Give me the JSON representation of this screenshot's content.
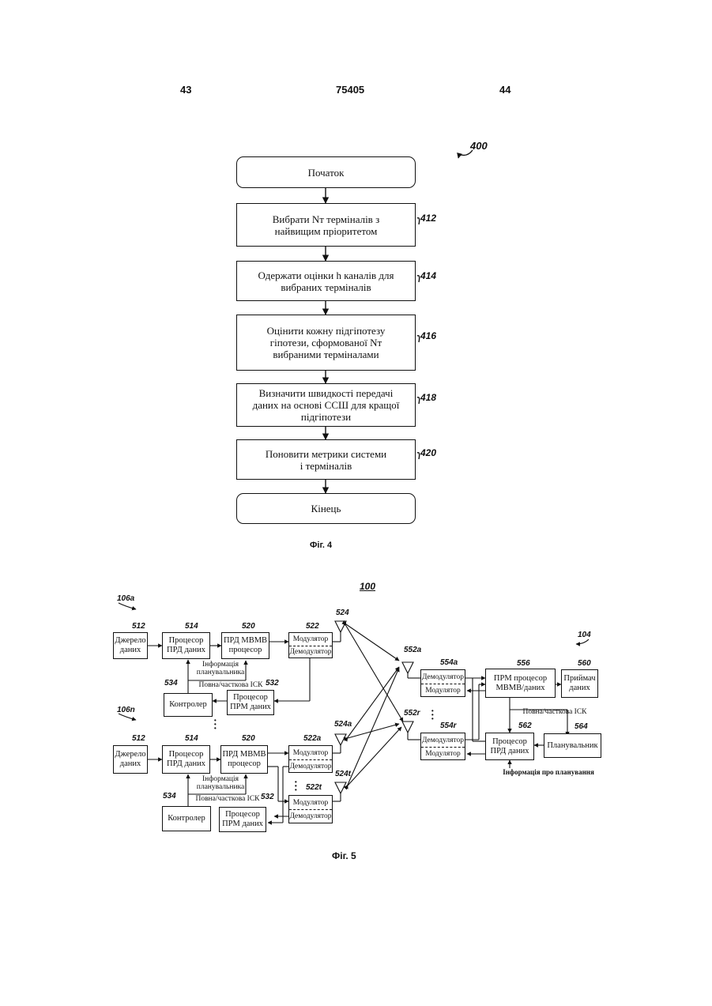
{
  "header": {
    "left_page": "43",
    "patent_number": "75405",
    "right_page": "44"
  },
  "fig4": {
    "ref": "400",
    "start": "Початок",
    "steps": [
      {
        "id": "412",
        "text": "Вибрати Nᴛ терміналів з\nнайвищим пріоритетом"
      },
      {
        "id": "414",
        "text": "Одержати оцінки h каналів для\nвибраних терміналів"
      },
      {
        "id": "416",
        "text": "Оцінити кожну підгіпотезу\nгіпотези, сформованої Nᴛ\nвибраними терміналами"
      },
      {
        "id": "418",
        "text": "Визначити швидкості передачі\nданих на основі ССШ для кращої\nпідгіпотези"
      },
      {
        "id": "420",
        "text": "Поновити метрики системи\nі терміналів"
      }
    ],
    "end": "Кінець",
    "caption": "Фіг. 4"
  },
  "fig5": {
    "system_ref": "100",
    "term_a_ref": "106a",
    "term_n_ref": "106n",
    "ap_ref": "104",
    "src_a": {
      "ref": "512",
      "label": "Джерело\nданих"
    },
    "txp_a": {
      "ref": "514",
      "label": "Процесор\nПРД даних"
    },
    "mimo_a": {
      "ref": "520",
      "label": "ПРД МВМВ\nпроцесор"
    },
    "mod_a": {
      "ref": "522",
      "mod": "Модулятор",
      "demod": "Демодулятор"
    },
    "ant_a": "524",
    "sched_info_a": "Інформація\nпланувальника",
    "csi_a": "Повна/часткова ІСК",
    "ctrl_a": {
      "ref": "534",
      "label": "Контролер"
    },
    "rxp_a": {
      "ref": "532",
      "label": "Процесор\nПРМ даних"
    },
    "src_n": {
      "ref": "512",
      "label": "Джерело\nданих"
    },
    "txp_n": {
      "ref": "514",
      "label": "Процесор\nПРД даних"
    },
    "mimo_n": {
      "ref": "520",
      "label": "ПРД МВМВ\nпроцесор"
    },
    "mod_na": {
      "ref": "522a",
      "mod": "Модулятор",
      "demod": "Демодулятор"
    },
    "mod_nt": {
      "ref": "522t",
      "mod": "Модулятор",
      "demod": "Демодулятор"
    },
    "ant_na": "524a",
    "ant_nt": "524t",
    "sched_info_n": "Інформація\nпланувальника",
    "csi_n": "Повна/часткова ІСК",
    "ctrl_n": {
      "ref": "534",
      "label": "Контролер"
    },
    "rxp_n": {
      "ref": "532",
      "label": "Процесор\nПРМ даних"
    },
    "ap_ant_a": "552a",
    "ap_ant_r": "552r",
    "ap_dem_a": {
      "ref": "554a",
      "demod": "Демодулятор",
      "mod": "Модулятор"
    },
    "ap_dem_r": {
      "ref": "554r",
      "demod": "Демодулятор",
      "mod": "Модулятор"
    },
    "ap_rx_mimo": {
      "ref": "556",
      "label": "ПРМ процесор\nМВМВ/даних"
    },
    "sink": {
      "ref": "560",
      "label": "Приймач\nданих"
    },
    "ap_csi": "Повна/часткова ІСК",
    "ap_txp": {
      "ref": "562",
      "label": "Процесор\nПРД даних"
    },
    "scheduler": {
      "ref": "564",
      "label": "Планувальник"
    },
    "sched_info_ap": "Інформація про планування",
    "caption": "Фіг. 5"
  }
}
